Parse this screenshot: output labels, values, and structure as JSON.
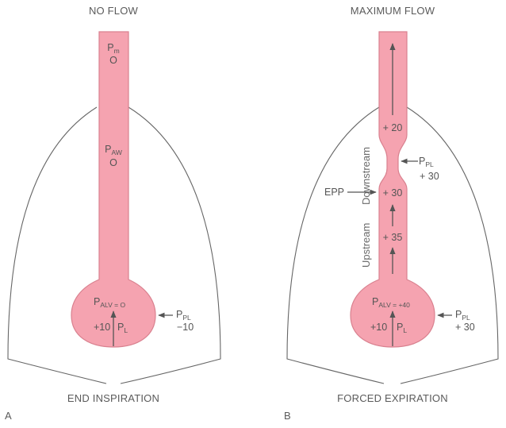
{
  "colors": {
    "airway_fill": "#f5a3b0",
    "airway_stroke": "#d9818f",
    "lung_outline": "#666666",
    "arrow": "#555555"
  },
  "panel_a": {
    "letter": "A",
    "title": "NO FLOW",
    "caption": "END INSPIRATION",
    "pm_main": "P",
    "pm_sub": "m",
    "pm_value": "O",
    "paw_main": "P",
    "paw_sub": "AW",
    "paw_value": "O",
    "palv_main": "P",
    "palv_sub": "ALV = O",
    "alv_pressure": "+10",
    "pl_main": "P",
    "pl_sub": "L",
    "ppl_main": "P",
    "ppl_sub": "PL",
    "ppl_value": "−10"
  },
  "panel_b": {
    "letter": "B",
    "title": "MAXIMUM FLOW",
    "caption": "FORCED EXPIRATION",
    "val_20": "+ 20",
    "val_30": "+ 30",
    "val_35": "+ 35",
    "downstream": "Downstream",
    "upstream": "Upstream",
    "epp": "EPP",
    "ppl_mid_main": "P",
    "ppl_mid_sub": "PL",
    "ppl_mid_value": "+ 30",
    "palv_main": "P",
    "palv_sub": "ALV = +40",
    "alv_pressure": "+10",
    "pl_main": "P",
    "pl_sub": "L",
    "ppl_main": "P",
    "ppl_sub": "PL",
    "ppl_value": "+ 30"
  }
}
